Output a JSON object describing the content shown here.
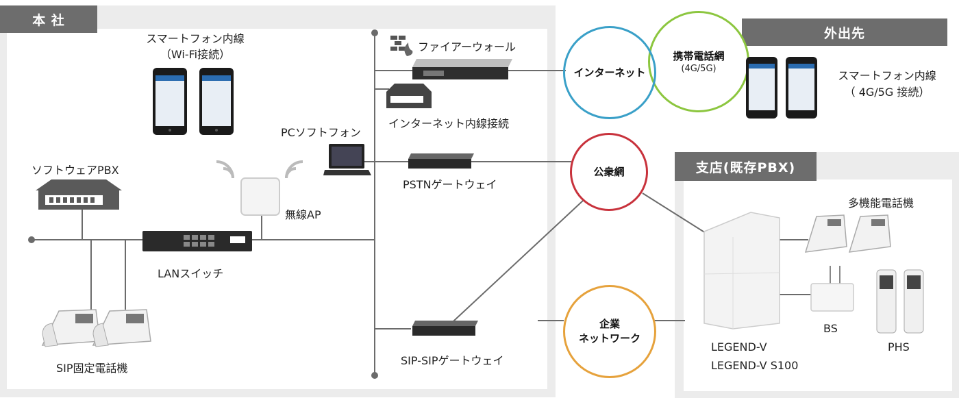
{
  "hq": {
    "tag": "本 社",
    "smartphone_wifi": {
      "line1": "スマートフォン内線",
      "line2": "（Wi-Fi接続）"
    },
    "softphone_pc": "PCソフトフォン",
    "software_pbx": "ソフトウェアPBX",
    "wireless_ap": "無線AP",
    "lan_switch": "LANスイッチ",
    "sip_phone": "SIP固定電話機",
    "firewall": "ファイアーウォール",
    "internet_extension": "インターネット内線接続",
    "pstn_gateway": "PSTNゲートウェイ",
    "sip_gateway": "SIP-SIPゲートウェイ"
  },
  "network": {
    "mobile": {
      "title": "携帯電話網",
      "sub": "(4G/5G)",
      "color": "#8cc63f"
    },
    "internet": {
      "title": "インターネット",
      "color": "#3aa0c8"
    },
    "public": {
      "title": "公衆網",
      "color": "#c8323c"
    },
    "enterprise": {
      "line1": "企業",
      "line2": "ネットワーク",
      "color": "#e6a23c"
    }
  },
  "outside": {
    "tag": "外出先",
    "smartphone_4g": {
      "line1": "スマートフォン内線",
      "line2": "（ 4G/5G 接続）"
    }
  },
  "branch": {
    "tag": "支店(既存PBX)",
    "multi_phone": "多機能電話機",
    "bs": "BS",
    "phs": "PHS",
    "pbx_line1": "LEGEND-V",
    "pbx_line2": "LEGEND-V S100"
  }
}
